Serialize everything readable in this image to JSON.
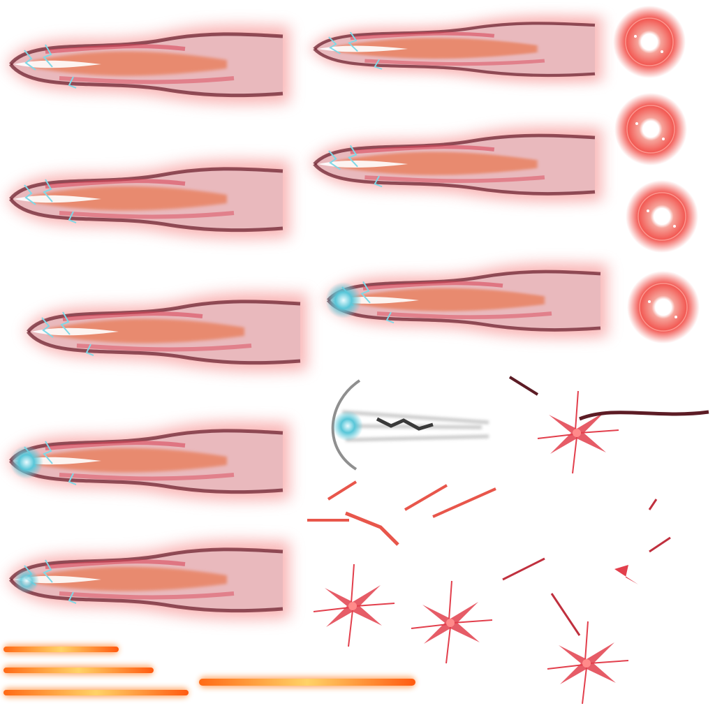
{
  "sheet": {
    "beam_glow_color": "#f47a7a",
    "beam_body_color": "#e9b9bd",
    "beam_flame_color": "#e8774f",
    "beam_edge_color": "#6e2330",
    "energy_color": "#7fd8e6",
    "orb_color": "#f2554f",
    "spark_color": "#e23f4c",
    "streak_color": "#ff7a1e"
  },
  "sprites": {
    "large_beams": [
      "beam",
      "beam",
      "beam",
      "beam",
      "beam"
    ],
    "medium_beams": [
      "beam",
      "beam",
      "beam"
    ],
    "charge_orbs": [
      "orb",
      "orb",
      "orb",
      "orb"
    ],
    "impact_sparks": [
      "spark",
      "spark",
      "spark",
      "spark"
    ],
    "fire_streaks": [
      "streak",
      "streak",
      "streak",
      "streak"
    ]
  }
}
